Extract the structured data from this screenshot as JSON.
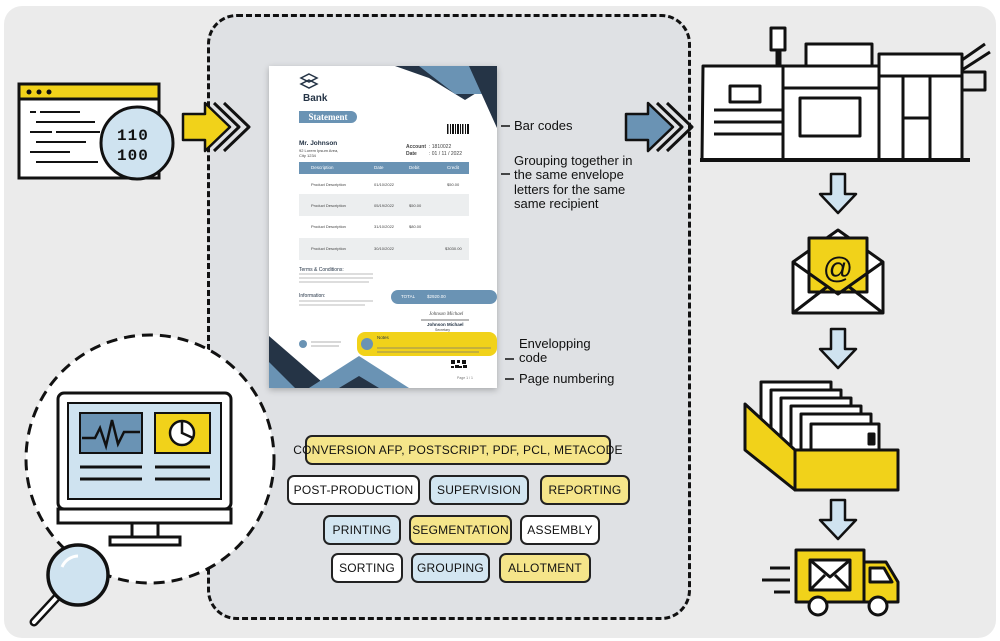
{
  "annotations": {
    "bar_codes": "Bar codes",
    "grouping": [
      "Grouping together in",
      "the same envelope",
      "letters for the same",
      "same recipient"
    ],
    "envelopping": [
      "Envelopping",
      "code"
    ],
    "page_numbering": "Page numbering"
  },
  "input_file": {
    "line1": "110",
    "line2": "100"
  },
  "document": {
    "brand": "Bank",
    "title": "Statement",
    "customer_name": "Mr. Johnson",
    "address1": "92 Lorem Ipsum Area,",
    "address2": "City 1234",
    "account_label": "Account",
    "account_value": ": 1810022",
    "date_label": "Date",
    "date_value": ": 01 / 11 / 2022",
    "columns": [
      "Description",
      "Date",
      "Debit",
      "Credit"
    ],
    "rows": [
      {
        "desc": "Product Description",
        "date": "01/10/2022",
        "debit": "",
        "credit": "$50.00"
      },
      {
        "desc": "Product Description",
        "date": "05/19/2022",
        "debit": "$50.00",
        "credit": ""
      },
      {
        "desc": "Product Description",
        "date": "31/10/2022",
        "debit": "$80.00",
        "credit": ""
      },
      {
        "desc": "Product Description",
        "date": "30/10/2022",
        "debit": "",
        "credit": "$3030.00"
      }
    ],
    "terms_title": "Terms & Conditions:",
    "info_title": "Information:",
    "total_label": "TOTAL",
    "total_value": "$2920.00",
    "signature": "Johnson Michael",
    "signer_name": "Johnson Michael",
    "signer_role": "Secretary",
    "note_title": "Notes",
    "page_number": "Page 1 / 1"
  },
  "services": {
    "conversion": "CONVERSION AFP, POSTSCRIPT, PDF, PCL, METACODE",
    "post_production": "POST-PRODUCTION",
    "supervision": "SUPERVISION",
    "reporting": "REPORTING",
    "printing": "PRINTING",
    "segmentation": "SEGMENTATION",
    "assembly": "ASSEMBLY",
    "sorting": "SORTING",
    "grouping": "GROUPING",
    "allotment": "ALLOTMENT"
  },
  "icons": [
    "code-window-icon",
    "binary-icon",
    "monitor-dashboard-icon",
    "magnifier-icon",
    "printer-press-icon",
    "envelope-at-icon",
    "file-tray-icon",
    "delivery-truck-icon",
    "arrow-icon"
  ],
  "colors": {
    "yellow": "#f1d21a",
    "blue": "#6a93b4",
    "light_blue": "#cfe3f0",
    "navy": "#253446",
    "pill_yellow": "#f5e58a",
    "pill_blue": "#d3e6f1"
  }
}
